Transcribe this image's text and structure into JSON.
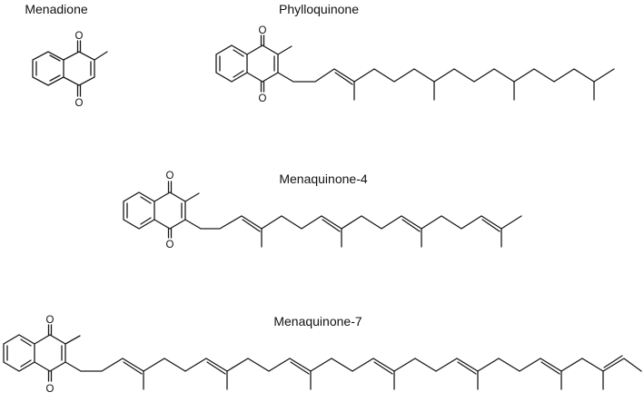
{
  "molecules": [
    {
      "name": "Menadione",
      "atom_o_top": "O",
      "atom_o_bottom": "O"
    },
    {
      "name": "Phylloquinone",
      "atom_o_top": "O",
      "atom_o_bottom": "O"
    },
    {
      "name": "Menaquinone-4",
      "atom_o_top": "O",
      "atom_o_bottom": "O"
    },
    {
      "name": "Menaquinone-7",
      "atom_o_top": "O",
      "atom_o_bottom": "O"
    }
  ]
}
